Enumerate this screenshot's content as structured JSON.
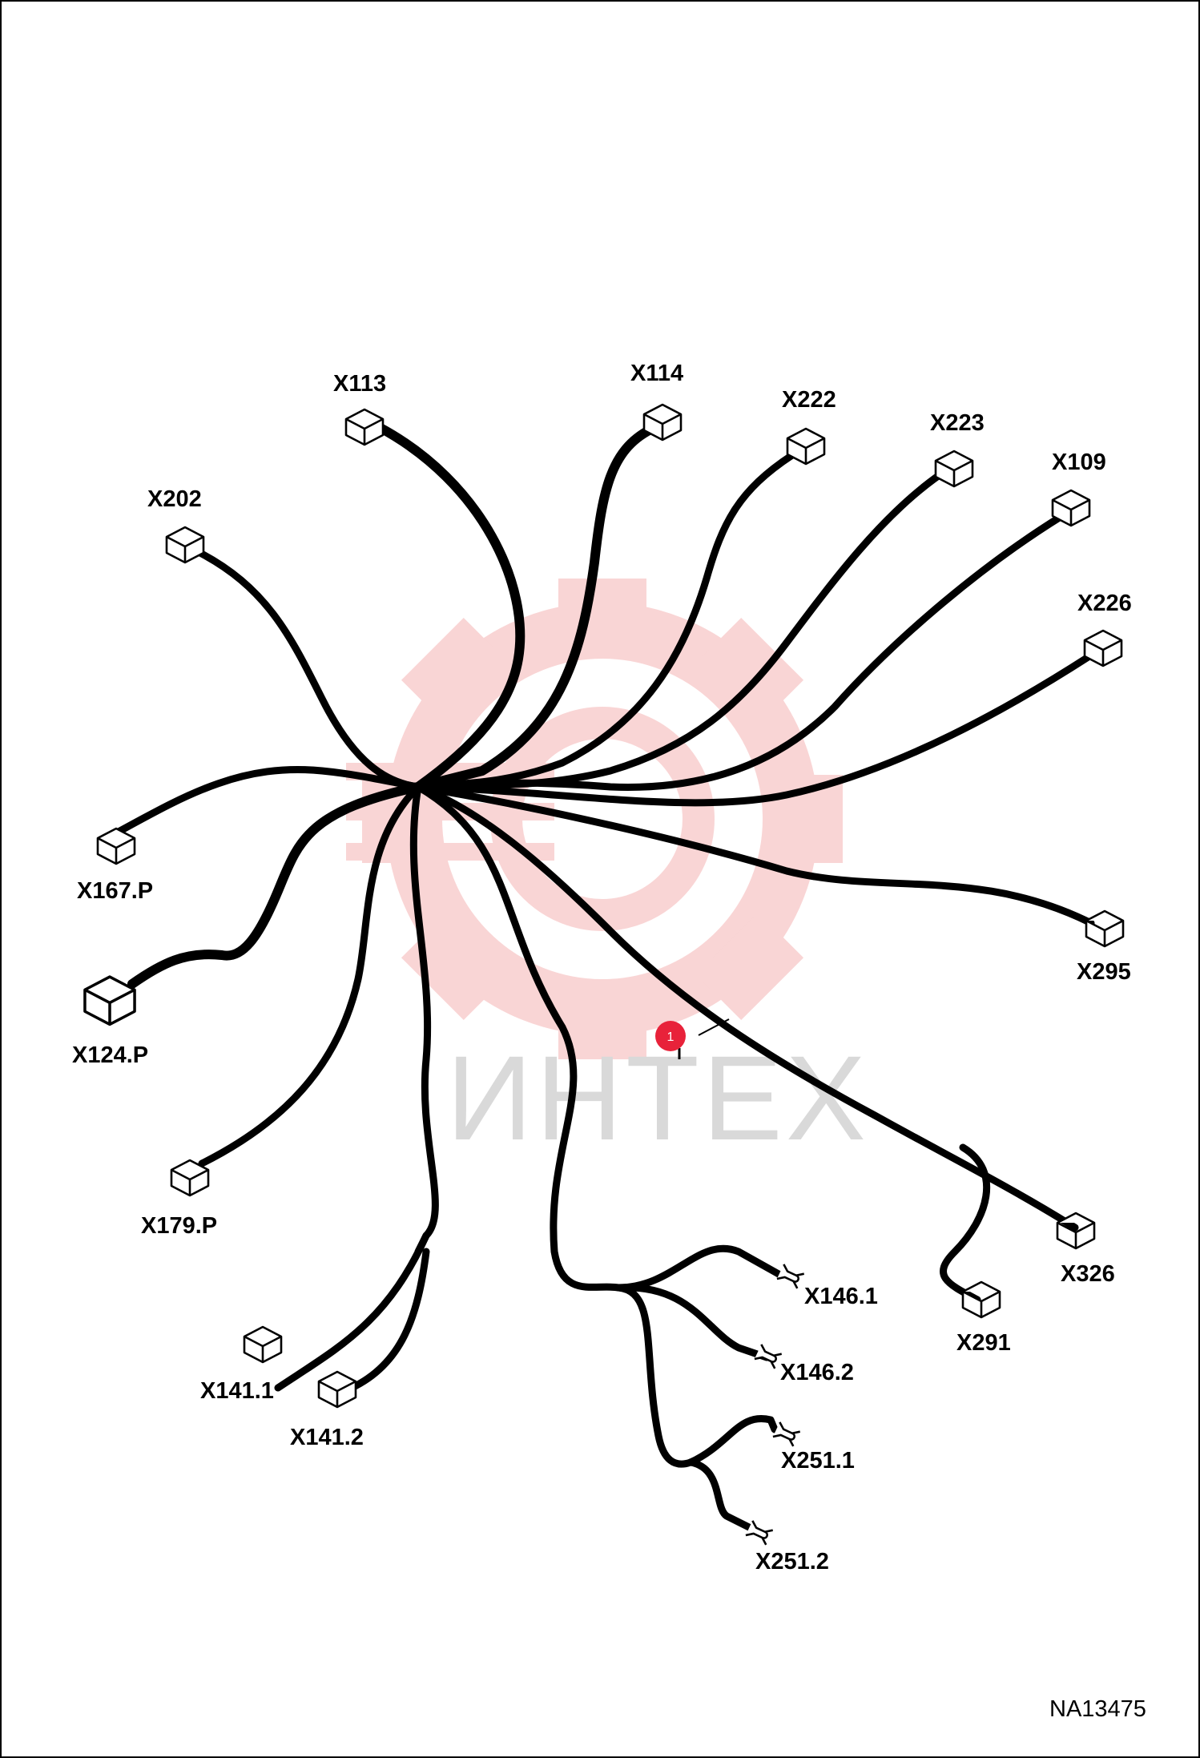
{
  "diagram": {
    "watermark_text": "ИНТЕХ",
    "figure_id": "NA13475",
    "callout": {
      "number": "1",
      "color": "#e8223a"
    },
    "connectors": {
      "x113": "X113",
      "x114": "X114",
      "x222": "X222",
      "x223": "X223",
      "x109": "X109",
      "x202": "X202",
      "x226": "X226",
      "x167p": "X167.P",
      "x124p": "X124.P",
      "x179p": "X179.P",
      "x295": "X295",
      "x326": "X326",
      "x291": "X291",
      "x141_1": "X141.1",
      "x141_2": "X141.2",
      "x146_1": "X146.1",
      "x146_2": "X146.2",
      "x251_1": "X251.1",
      "x251_2": "X251.2"
    },
    "colors": {
      "wire": "#000000",
      "watermark_gear": "#f5b3b3",
      "watermark_text": "#d9d9d9"
    }
  }
}
